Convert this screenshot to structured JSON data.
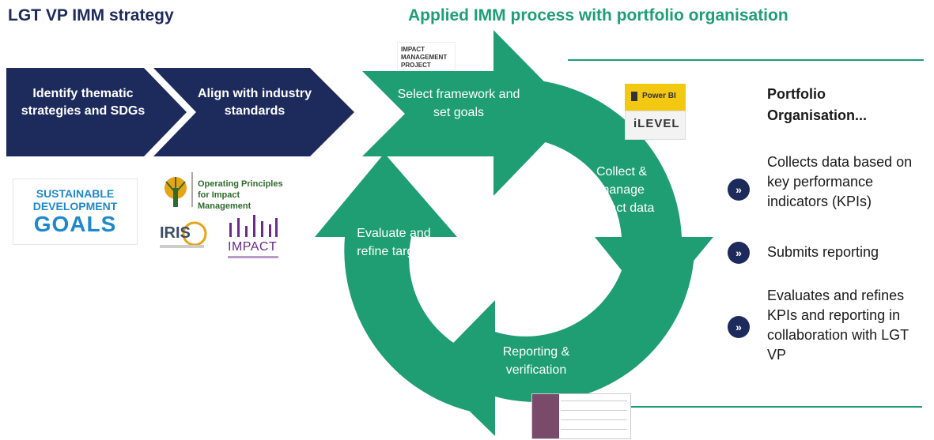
{
  "header": {
    "left_title": "LGT VP IMM strategy",
    "right_title": "Applied IMM process with portfolio organisation"
  },
  "colors": {
    "navy": "#1c2a5c",
    "green": "#1e9e72",
    "accent_yellow": "#f2c811",
    "purple": "#6c2a8a"
  },
  "strategy_steps": [
    {
      "label": "Identify thematic strategies and SDGs"
    },
    {
      "label": "Align with industry standards"
    }
  ],
  "process_cycle": {
    "steps": [
      {
        "label": "Select framework and set goals"
      },
      {
        "label": "Collect & manage impact data"
      },
      {
        "label": "Reporting & verification"
      },
      {
        "label": "Evaluate and refine targets"
      }
    ]
  },
  "logos": {
    "sdg": [
      "SUSTAINABLE",
      "DEVELOPMENT",
      "GOALS"
    ],
    "operating_principles": "Operating Principles for Impact Management",
    "iris": "IRIS",
    "impact": "IMPACT",
    "imp": [
      "IMPACT",
      "MANAGEMENT",
      "PROJECT"
    ],
    "power_bi": "Power BI",
    "ilevel": "iLEVEL"
  },
  "portfolio": {
    "heading": "Portfolio Organisation...",
    "bullet_icon": "double-chevron-right-icon",
    "items": [
      "Collects data based on key performance indicators (KPIs)",
      "Submits reporting",
      "Evaluates and refines KPIs and reporting in collaboration with LGT VP"
    ]
  }
}
